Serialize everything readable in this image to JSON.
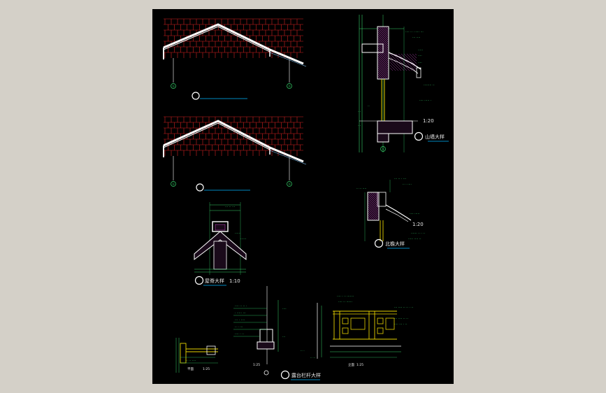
{
  "sheet": {
    "details": {
      "gable_detail": {
        "title": "山墙大样",
        "scale": "1:20"
      },
      "eave_detail": {
        "title": "北檐大样"
      },
      "ridge_detail": {
        "title": "屋脊大样",
        "scale": "1:10"
      },
      "balustrade_detail": {
        "title": "露台栏杆大样",
        "plan_label": "平面",
        "plan_scale": "1:25",
        "section_scale": "1:25",
        "elevation_label": "立面",
        "elevation_scale": "1:25"
      }
    },
    "axis_labels": {
      "left": "①",
      "right": "⑦"
    },
    "colors": {
      "background": "#000000",
      "tile_red": "#d42020",
      "outline_white": "#ffffff",
      "dimension_green": "#36d36b",
      "hatch_magenta": "#d24bd2",
      "title_cyan": "#00b4ff",
      "railing_yellow": "#e6d200"
    }
  }
}
